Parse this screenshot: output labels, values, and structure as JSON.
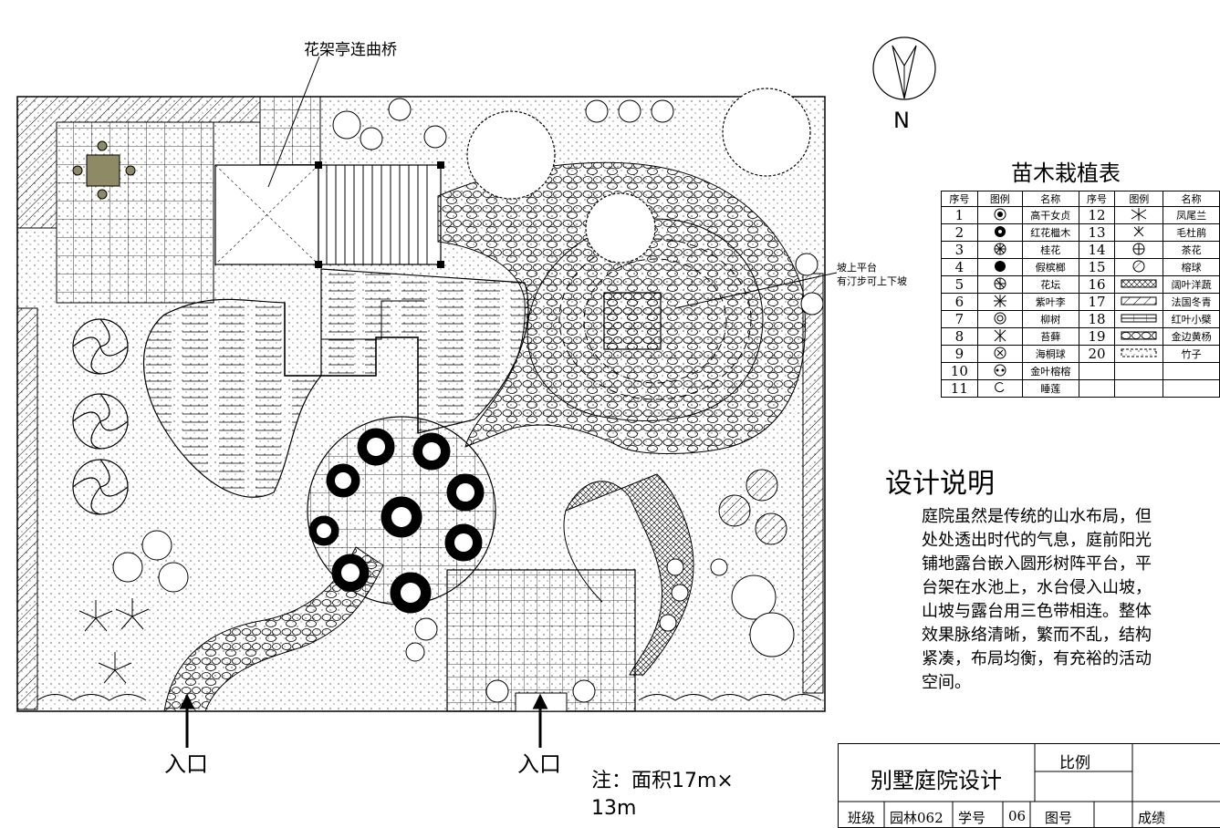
{
  "labels": {
    "pavilion_bridge": "花架亭连曲桥",
    "slope_platform_line1": "坡上平台",
    "slope_platform_line2": "有汀步可上下坡",
    "north": "N",
    "entrance_left": "入口",
    "entrance_right": "入口",
    "note_line1": "注：面积17m×",
    "note_line2": "13m"
  },
  "legend": {
    "title": "苗木栽植表",
    "headers": [
      "序号",
      "图例",
      "名称",
      "序号",
      "图例",
      "名称"
    ],
    "rows": [
      {
        "no": "1",
        "name": "高干女贞",
        "no2": "12",
        "name2": "凤尾兰"
      },
      {
        "no": "2",
        "name": "红花檵木",
        "no2": "13",
        "name2": "毛杜鹃"
      },
      {
        "no": "3",
        "name": "桂花",
        "no2": "14",
        "name2": "茶花"
      },
      {
        "no": "4",
        "name": "假槟榔",
        "no2": "15",
        "name2": "榕球"
      },
      {
        "no": "5",
        "name": "花坛",
        "no2": "16",
        "name2": "阔叶洋蔬"
      },
      {
        "no": "6",
        "name": "紫叶李",
        "no2": "17",
        "name2": "法国冬青"
      },
      {
        "no": "7",
        "name": "柳树",
        "no2": "18",
        "name2": "红叶小檗"
      },
      {
        "no": "8",
        "name": "苔藓",
        "no2": "19",
        "name2": "金边黄杨"
      },
      {
        "no": "9",
        "name": "海桐球",
        "no2": "20",
        "name2": "竹子"
      },
      {
        "no": "10",
        "name": "金叶榕榕",
        "no2": "",
        "name2": ""
      },
      {
        "no": "11",
        "name": "睡莲",
        "no2": "",
        "name2": ""
      }
    ]
  },
  "design": {
    "title": "设计说明",
    "lines": [
      "庭院虽然是传统的山水布局，但",
      "处处透出时代的气息，庭前阳光",
      "铺地露台嵌入圆形树阵平台，平",
      "台架在水池上，水台侵入山坡，",
      "山坡与露台用三色带相连。整体",
      "效果脉络清晰，繁而不乱，结构",
      "紧凑，布局均衡，有充裕的活动",
      "空间。"
    ]
  },
  "title_block": {
    "project": "别墅庭院设计",
    "scale_label": "比例",
    "class_label": "班级",
    "class_value": "园林062",
    "id_label": "学号",
    "id_value": "06",
    "drawing_no_label": "图号",
    "grade_label": "成绩"
  }
}
